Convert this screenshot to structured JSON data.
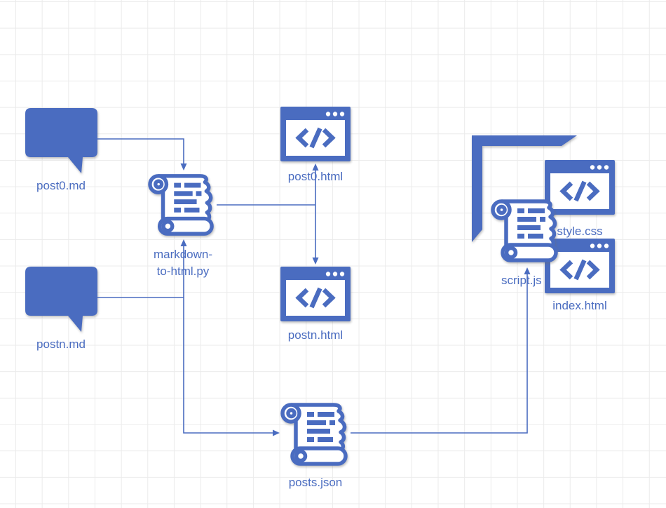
{
  "diagram": {
    "kind": "flow-diagram-on-grid-canvas",
    "colors": {
      "shape_blue": "#4a6cc0",
      "label_text": "#4a6cc0",
      "icon_inner": "#ffffff",
      "grid_line": "#ebebeb",
      "canvas_bg": "#ffffff"
    },
    "nodes": {
      "post0_md": {
        "label": "post0.md",
        "icon": "speech-bubble-icon"
      },
      "postn_md": {
        "label": "postn.md",
        "icon": "speech-bubble-icon"
      },
      "converter": {
        "label_line1": "markdown-",
        "label_line2": "to-html.py",
        "icon": "scroll-script-icon"
      },
      "post0_html": {
        "label": "post0.html",
        "icon": "browser-code-icon"
      },
      "postn_html": {
        "label": "postn.html",
        "icon": "browser-code-icon"
      },
      "posts_json": {
        "label": "posts.json",
        "icon": "scroll-script-icon"
      },
      "script_js": {
        "label": "script.js",
        "icon": "scroll-script-icon"
      },
      "style_css": {
        "label": "style.css",
        "icon": "browser-code-icon"
      },
      "index_html": {
        "label": "index.html",
        "icon": "browser-code-icon"
      },
      "site_group": {
        "label": "",
        "icon": "folder-corner-icon"
      }
    },
    "edges": [
      {
        "from": "post0.md",
        "to": "markdown-to-html.py"
      },
      {
        "from": "postn.md",
        "to": "markdown-to-html.py"
      },
      {
        "from": "markdown-to-html.py",
        "to": "post0.html"
      },
      {
        "from": "markdown-to-html.py",
        "to": "postn.html"
      },
      {
        "from": "markdown-to-html.py",
        "to": "posts.json"
      },
      {
        "from": "posts.json",
        "to": "script.js"
      }
    ]
  }
}
